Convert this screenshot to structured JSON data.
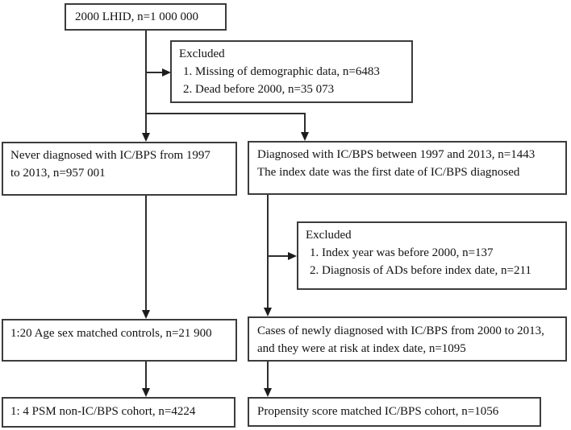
{
  "colors": {
    "background": "#ffffff",
    "border": "#3c3c3c",
    "text": "#121212",
    "arrow": "#1c1c1c"
  },
  "diagram": {
    "boxes": {
      "lhid": {
        "lines": [
          "2000 LHID, n=1 000 000"
        ]
      },
      "excluded_top": {
        "lines": [
          "Excluded",
          "1. Missing of demographic data, n=6483",
          "2. Dead before 2000, n=35 073"
        ]
      },
      "never_diagnosed": {
        "lines": [
          "Never diagnosed with IC/BPS from 1997",
          "to 2013, n=957 001"
        ]
      },
      "diagnosed": {
        "lines": [
          "Diagnosed with IC/BPS between 1997 and 2013, n=1443",
          "The index date was the first date of IC/BPS diagnosed"
        ]
      },
      "excluded_mid": {
        "lines": [
          "Excluded",
          "1. Index year was before 2000, n=137",
          "2. Diagnosis of ADs before index date, n=211"
        ]
      },
      "matched_controls": {
        "lines": [
          "1:20 Age sex matched controls, n=21 900"
        ]
      },
      "new_cases": {
        "lines": [
          "Cases of newly diagnosed with IC/BPS from 2000 to 2013,",
          "and they were at risk at index date, n=1095"
        ]
      },
      "psm_non_ic": {
        "lines": [
          "1: 4 PSM non-IC/BPS cohort, n=4224"
        ]
      },
      "psm_ic": {
        "lines": [
          "Propensity score matched IC/BPS cohort, n=1056"
        ]
      }
    }
  }
}
